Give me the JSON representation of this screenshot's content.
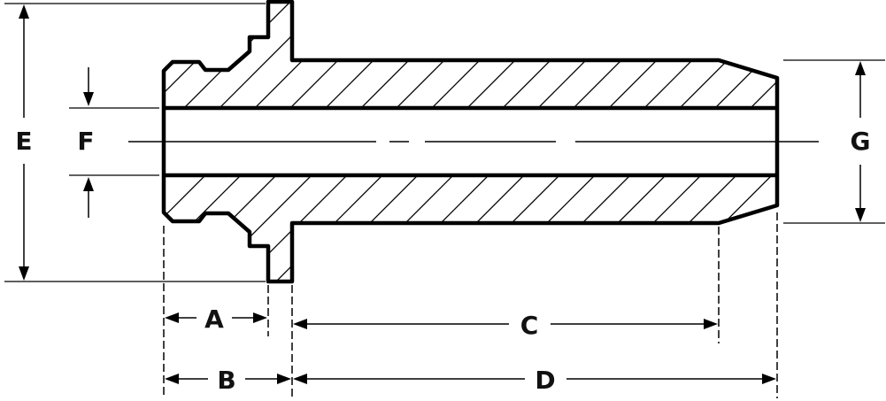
{
  "diagram": {
    "labels": {
      "A": "A",
      "B": "B",
      "C": "C",
      "D": "D",
      "E": "E",
      "F": "F",
      "G": "G"
    }
  }
}
